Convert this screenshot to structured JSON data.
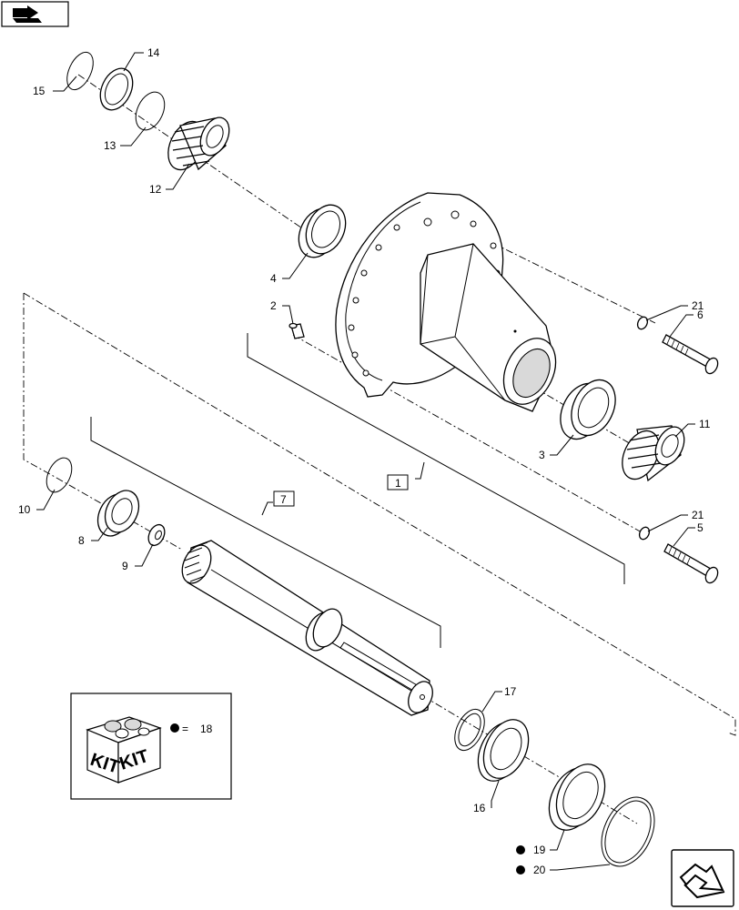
{
  "callouts": [
    {
      "id": "c1",
      "text": "1"
    },
    {
      "id": "c2",
      "text": "2"
    },
    {
      "id": "c3",
      "text": "3"
    },
    {
      "id": "c4",
      "text": "4"
    },
    {
      "id": "c5",
      "text": "5"
    },
    {
      "id": "c6",
      "text": "6"
    },
    {
      "id": "c7",
      "text": "7"
    },
    {
      "id": "c8",
      "text": "8"
    },
    {
      "id": "c9",
      "text": "9"
    },
    {
      "id": "c10",
      "text": "10"
    },
    {
      "id": "c11",
      "text": "11"
    },
    {
      "id": "c12",
      "text": "12"
    },
    {
      "id": "c13",
      "text": "13"
    },
    {
      "id": "c14",
      "text": "14"
    },
    {
      "id": "c15",
      "text": "15"
    },
    {
      "id": "c16",
      "text": "16"
    },
    {
      "id": "c17",
      "text": "17"
    },
    {
      "id": "c18",
      "text": "18"
    },
    {
      "id": "c19",
      "text": "19"
    },
    {
      "id": "c20",
      "text": "20"
    },
    {
      "id": "c21a",
      "text": "21"
    },
    {
      "id": "c21b",
      "text": "21"
    }
  ],
  "kit": {
    "label_left": "KIT",
    "label_right": "KIT",
    "equals": "="
  },
  "icons": {
    "top_left": "book-arrow-icon",
    "bottom_right": "next-page-arrow-icon"
  }
}
